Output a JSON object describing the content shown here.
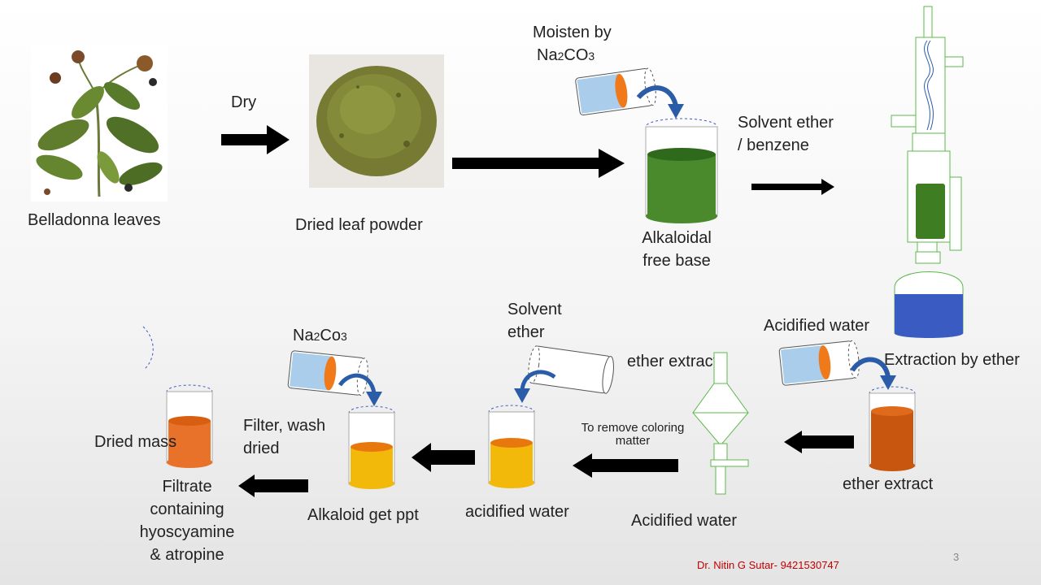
{
  "steps": {
    "leaves_label": "Belladonna leaves",
    "dry_label": "Dry",
    "powder_label": "Dried leaf powder",
    "moisten_label": "Moisten by",
    "na2co3_label": {
      "a": "Na",
      "sub1": "2",
      "b": "CO",
      "sub2": "3"
    },
    "free_base_label_1": "Alkaloidal",
    "free_base_label_2": "free base",
    "solvent_label_1": "Solvent ether",
    "solvent_label_2": "/ benzene",
    "acidified_water_top": "Acidified water",
    "extraction_label": "Extraction by ether",
    "ether_extract_bottom": "ether extract",
    "ether_extract_funnel": "ether extract",
    "acidified_water_funnel": "Acidified water",
    "remove_coloring_1": "To remove coloring",
    "remove_coloring_2": "matter",
    "solvent_ether_1": "Solvent",
    "solvent_ether_2": "ether",
    "acidified_water_beaker": "acidified water",
    "na2co3_lower": {
      "a": "Na",
      "sub1": "2",
      "b": "Co",
      "sub2": "3"
    },
    "alkaloid_ppt": "Alkaloid get ppt",
    "filter_1": "Filter, wash",
    "filter_2": "dried",
    "dried_mass": "Dried mass",
    "filtrate_1": "Filtrate",
    "filtrate_2": "containing",
    "filtrate_3": "hyoscyamine",
    "filtrate_4": "& atropine"
  },
  "footer": {
    "author": "Dr. Nitin G Sutar- 9421530747",
    "page": "3"
  },
  "colors": {
    "green_liquid": "#4a8a2c",
    "orange_liquid": "#d85f12",
    "yellow_liquid": "#f2b90a",
    "tube_blue": "#a9cdea",
    "tube_orange": "#f07a1a",
    "bottom_blue": "#3a5bc2",
    "arrow_blue": "#2a5ca8",
    "apparatus_green": "#5bb84a"
  }
}
